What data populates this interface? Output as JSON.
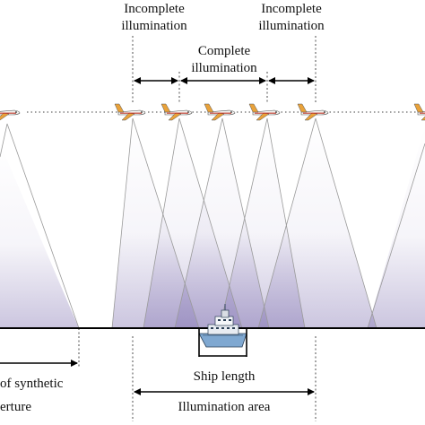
{
  "labels": {
    "incomplete_left_line1": "Incomplete",
    "incomplete_left_line2": "illumination",
    "complete_line1": "Complete",
    "complete_line2": "illumination",
    "incomplete_right_line1": "Incomplete",
    "incomplete_right_line2": "illumination",
    "synthetic_line1": "of synthetic",
    "synthetic_line2": "erture",
    "ship_length": "Ship length",
    "illumination_area": "Illumination area"
  },
  "colors": {
    "aircraft_body": "#e9a23a",
    "aircraft_stripe": "#c0392b",
    "beam_fill": "#8c7fb8",
    "beam_line": "#8f8f8f",
    "ground": "#000000",
    "ship_hull": "#7fa8d1"
  }
}
